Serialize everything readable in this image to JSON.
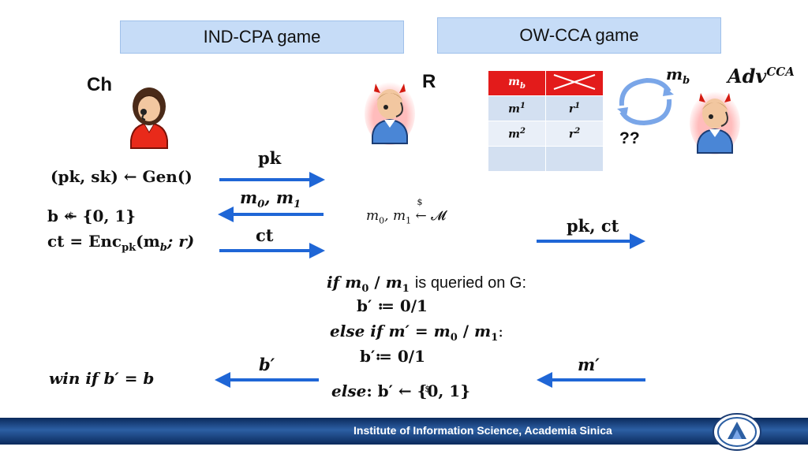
{
  "boxes": {
    "ind_cpa": "IND-CPA game",
    "ow_cca": "OW-CCA game"
  },
  "actors": {
    "challenger": "Ch",
    "reduction": "R",
    "adversary_base": "Adv",
    "adversary_sup": "CCA",
    "unknown": "??",
    "mb_label_base": "m",
    "mb_label_sub": "b"
  },
  "table": {
    "header": [
      "m",
      ""
    ],
    "header_sub": "b",
    "rows": [
      [
        "m",
        "r"
      ],
      [
        "m",
        "r"
      ],
      [
        "",
        ""
      ]
    ],
    "row_sups": [
      [
        "1",
        "1"
      ],
      [
        "2",
        "2"
      ],
      [
        "",
        ""
      ]
    ]
  },
  "left": {
    "gen_line": "(pk, sk) ← Gen()",
    "b_line_pre": "b ← {0, 1}",
    "enc_line": "ct = Enc",
    "enc_sub": "pk",
    "enc_args": "(m",
    "enc_args_sub": "b",
    "enc_args_end": "; r)",
    "win_line": "win if b′ = b"
  },
  "arrows": {
    "pk": "pk",
    "m0m1": "m",
    "m0_sub": "0",
    "m1_sub": "1",
    "ct": "ct",
    "pkct": "pk, ct",
    "bprime": "b′",
    "mprime": "m′"
  },
  "middle": {
    "sample_line": "m",
    "sample_sub0": "0",
    "sample_sub1": "1",
    "sample_set": "← 𝓜",
    "dollar": "$",
    "if_kw": "if",
    "if_m": "m",
    "if_rest": "is queried on G:",
    "assign1": "b′ ≔ 0/1",
    "else_if_kw": "else if",
    "else_if_cond": "m′ = m",
    "else_if_end": ":",
    "assign2": "b′≔ 0/1",
    "else_kw": "else",
    "else_rest": ": b′ ← {0, 1}"
  },
  "footer": {
    "institute": "Institute of Information Science, Academia Sinica"
  },
  "colors": {
    "arrow": "#1f66d6",
    "box": "#c6dcf7",
    "table_header": "#e31b1b",
    "footer": "#0b2a5c"
  }
}
